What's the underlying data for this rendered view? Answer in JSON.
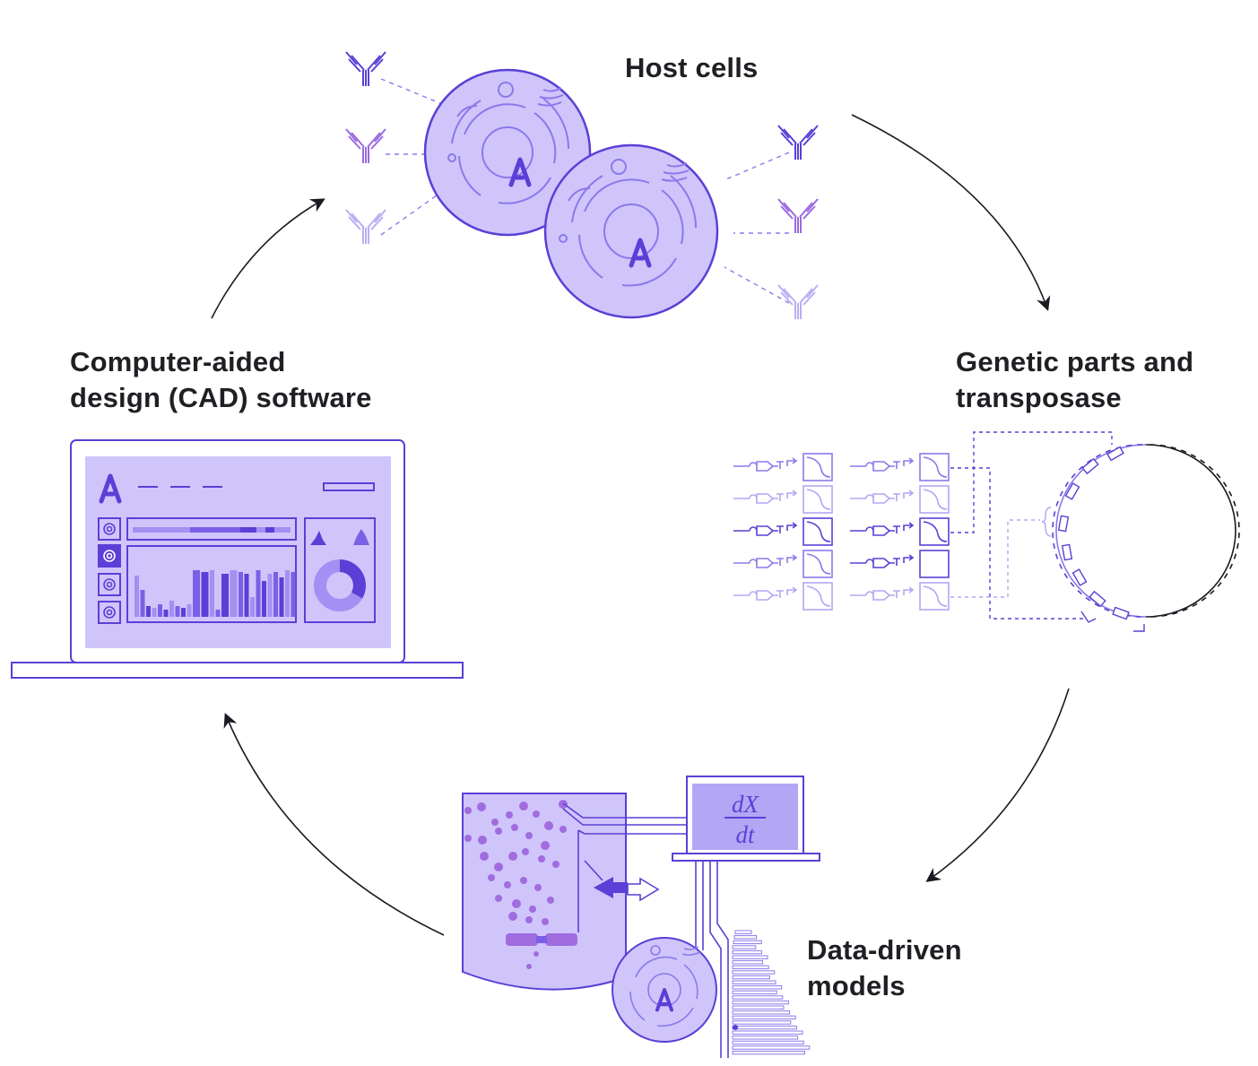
{
  "labels": {
    "host_cells": "Host cells",
    "genetic_parts": [
      "Genetic parts and",
      "transposase"
    ],
    "cad_software": [
      "Computer-aided",
      "design (CAD) software"
    ],
    "data_models": [
      "Data-driven",
      "models"
    ]
  },
  "equation": {
    "numerator": "dX",
    "denominator": "dt"
  },
  "colors": {
    "primary": "#5b3fd6",
    "fill_light": "#cfc5fb",
    "fill_mid": "#a48ff2",
    "stroke_soft": "#8d78ea",
    "arrow": "#1a1a22",
    "text": "#1f1f24"
  }
}
